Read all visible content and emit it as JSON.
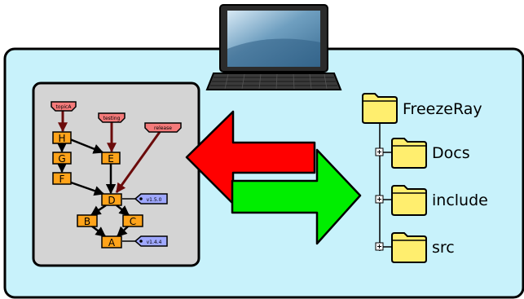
{
  "diagram": {
    "colors": {
      "panel_bg": "#c8f2fb",
      "graph_bg": "#d4d4d4",
      "commit": "#ffa31a",
      "branch_label": "#f47a7a",
      "tag": "#9fa8ff",
      "arrow_left": "#ff0000",
      "arrow_right": "#00ee00",
      "folder": "#ffee6e",
      "branch_edge": "#6b0b0b"
    },
    "laptop": {
      "icon": "laptop-icon"
    },
    "git_graph": {
      "branches": [
        {
          "id": "topicA",
          "label": "topicA"
        },
        {
          "id": "testing",
          "label": "testing"
        },
        {
          "id": "release",
          "label": "release"
        }
      ],
      "commits": [
        {
          "id": "H",
          "label": "H"
        },
        {
          "id": "G",
          "label": "G"
        },
        {
          "id": "F",
          "label": "F"
        },
        {
          "id": "E",
          "label": "E"
        },
        {
          "id": "D",
          "label": "D"
        },
        {
          "id": "B",
          "label": "B"
        },
        {
          "id": "C",
          "label": "C"
        },
        {
          "id": "A",
          "label": "A"
        }
      ],
      "tags": [
        {
          "id": "v150",
          "label": "v1.5.0"
        },
        {
          "id": "v144",
          "label": "v1.4.4"
        }
      ]
    },
    "arrows": [
      {
        "id": "left",
        "direction": "left",
        "color": "red"
      },
      {
        "id": "right",
        "direction": "right",
        "color": "green"
      }
    ],
    "tree": {
      "root": {
        "label": "FreezeRay",
        "icon": "folder-icon"
      },
      "children": [
        {
          "label": "Docs",
          "icon": "folder-icon"
        },
        {
          "label": "include",
          "icon": "folder-icon"
        },
        {
          "label": "src",
          "icon": "folder-icon"
        }
      ]
    }
  }
}
